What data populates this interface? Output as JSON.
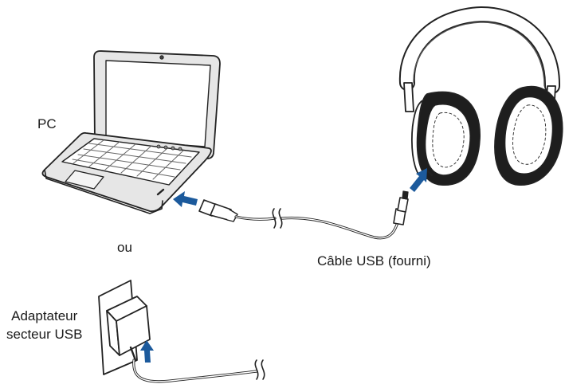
{
  "labels": {
    "pc": "PC",
    "or": "ou",
    "cable": "Câble USB (fourni)",
    "adapter_line1": "Adaptateur",
    "adapter_line2": "secteur USB"
  },
  "colors": {
    "line": "#222222",
    "arrow": "#1c5a9c",
    "laptop_body": "#e6e6e6",
    "screen": "#ffffff",
    "ear_pad": "#1e1e1e"
  },
  "icons": {
    "computer": "laptop-icon",
    "headphones": "headphones-icon",
    "adapter": "usb-power-adapter-icon",
    "cable": "usb-cable-icon"
  }
}
